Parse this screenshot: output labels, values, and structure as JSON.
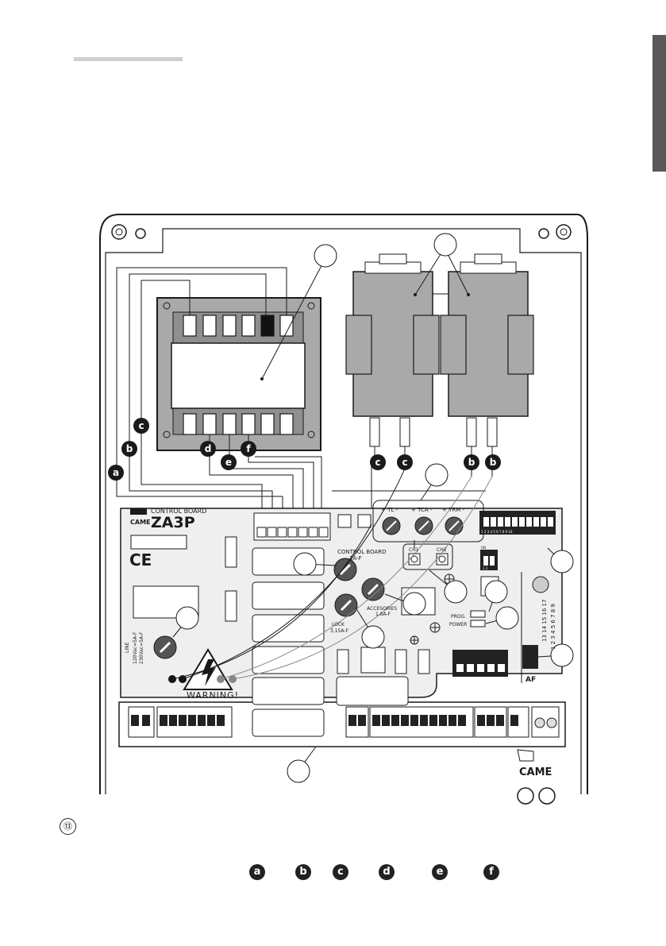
{
  "figure": {
    "number": "⑬"
  },
  "board": {
    "brand": "CAME",
    "title": "CONTROL BOARD",
    "model": "ZA3P",
    "ce_mark": "CE",
    "warning": "WARNING!",
    "line_label": "LINE",
    "line_spec_1": "120Vac=5A-F",
    "line_spec_2": "230Vac=5A-F",
    "fuse_control_1": "CONTROL BOARD",
    "fuse_control_2": "1A-F",
    "fuse_accessories_1": "ACCESORIES",
    "fuse_accessories_2": "1,6A-F",
    "fuse_lock_1": "LOCK",
    "fuse_lock_2": "3,15A-F",
    "trimmer_1": "+ TL -",
    "trimmer_2": "+ TCA -",
    "trimmer_3": "+ TRM -",
    "button_1": "CH1",
    "button_2": "CH2",
    "prog": "PROG.",
    "power": "POWER",
    "af": "AF",
    "dip_on": "ON",
    "dip_numbers": "1 2 3 4 5 6 7 8 9 10",
    "dip2_numbers": "1 2",
    "rotary_1": "13 14 15 16 17",
    "rotary_2": "1 2 3 4 5 6 7 8 9",
    "case_logo": "CAME"
  },
  "wire_letters": [
    "a",
    "b",
    "c",
    "d",
    "e",
    "f"
  ],
  "legend_letters": [
    "a",
    "b",
    "c",
    "d",
    "e",
    "f"
  ],
  "colors": {
    "line": "#1a1a1a",
    "component_gray": "#a9a9a9",
    "board_fill": "#efefef",
    "tab": "#595959"
  }
}
